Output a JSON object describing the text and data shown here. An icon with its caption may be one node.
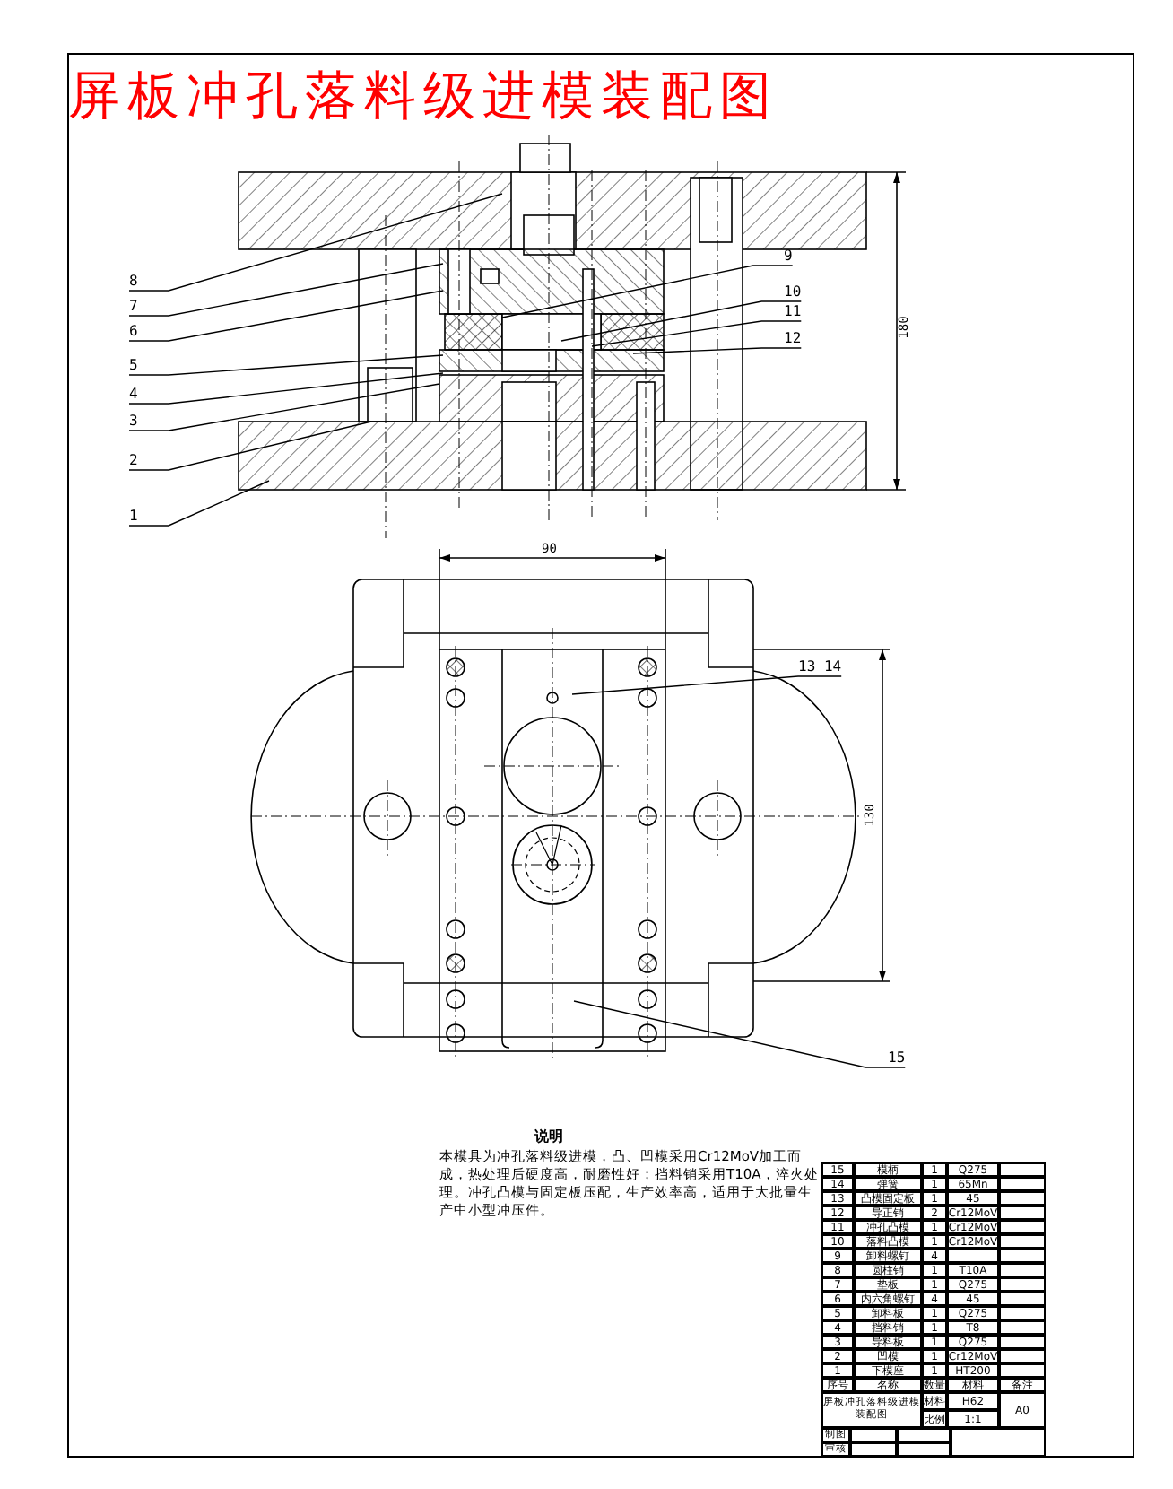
{
  "diagram": {
    "title": "屏板冲孔落料级进模装配图",
    "nodes": [
      {
        "text": [
          "1"
        ]
      },
      {
        "text": [
          "2"
        ]
      },
      {
        "text": [
          "3"
        ]
      },
      {
        "text": [
          "4"
        ]
      },
      {
        "text": [
          "5"
        ]
      },
      {
        "text": [
          "6"
        ]
      },
      {
        "text": [
          "7"
        ]
      },
      {
        "text": [
          "8"
        ]
      },
      {
        "text": [
          "9"
        ]
      },
      {
        "text": [
          "10"
        ]
      },
      {
        "text": [
          "11"
        ]
      },
      {
        "text": [
          "12"
        ]
      },
      {
        "text": [
          "13 14"
        ]
      },
      {
        "text": [
          "15"
        ]
      }
    ],
    "edges": [
      {
        "from": 0,
        "to": null,
        "arrow": "none"
      },
      {
        "from": 1,
        "to": null,
        "arrow": "none"
      },
      {
        "from": 2,
        "to": null,
        "arrow": "none"
      },
      {
        "from": 3,
        "to": null,
        "arrow": "none"
      },
      {
        "from": 4,
        "to": null,
        "arrow": "none"
      },
      {
        "from": 5,
        "to": null,
        "arrow": "none"
      },
      {
        "from": 6,
        "to": null,
        "arrow": "none"
      },
      {
        "from": 7,
        "to": null,
        "arrow": "none"
      },
      {
        "from": 8,
        "to": null,
        "arrow": "none"
      },
      {
        "from": 9,
        "to": null,
        "arrow": "none"
      },
      {
        "from": 10,
        "to": null,
        "arrow": "none"
      },
      {
        "from": 11,
        "to": null,
        "arrow": "none"
      },
      {
        "from": 12,
        "to": null,
        "arrow": "none"
      },
      {
        "from": 13,
        "to": null,
        "arrow": "none"
      }
    ],
    "labels": [
      "180",
      "90",
      "130",
      "说明",
      "本模具为冲孔落料级进模，凸、凹模采用Cr12MoV加工而成，热处理后硬度高，耐磨性好；挡料销采用T10A，淬火处理。冲孔凸模与固定板压配，生产效率高，适用于大批量生产中小型冲压件。",
      "15",
      "模柄",
      "1",
      "Q275",
      "14",
      "弹簧",
      "1",
      "65Mn",
      "13",
      "凸模固定板",
      "1",
      "45",
      "12",
      "导正销",
      "2",
      "Cr12MoV",
      "11",
      "冲孔凸模",
      "1",
      "Cr12MoV",
      "10",
      "落料凸模",
      "1",
      "Cr12MoV",
      "9",
      "卸料螺钉",
      "4",
      "8",
      "圆柱销",
      "1",
      "T10A",
      "7",
      "垫板",
      "1",
      "Q275",
      "6",
      "内六角螺钉",
      "4",
      "45",
      "5",
      "卸料板",
      "1",
      "Q275",
      "4",
      "挡料销",
      "1",
      "T8",
      "3",
      "导料板",
      "1",
      "Q275",
      "2",
      "凹模",
      "1",
      "Cr12MoV",
      "1",
      "下模座",
      "1",
      "HT200",
      "序号",
      "名称",
      "数量",
      "材料",
      "备注",
      "屏板冲孔落料级进模装配图",
      "材料",
      "H62",
      "A0",
      "比例",
      "1:1",
      "制图",
      "审核"
    ]
  }
}
